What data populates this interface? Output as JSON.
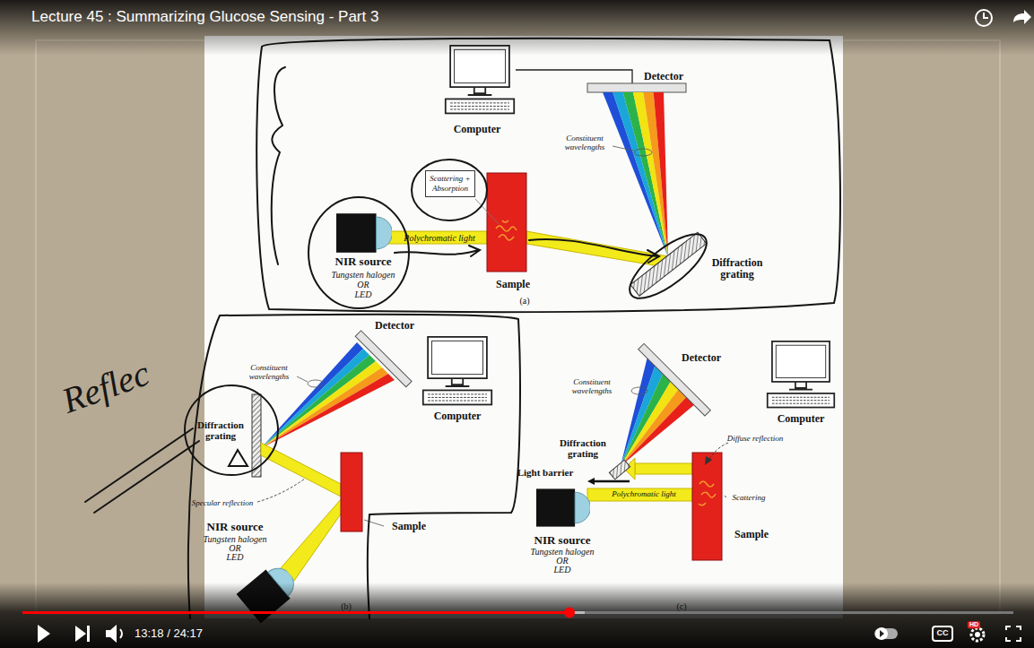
{
  "diagram": {
    "title": "Lecture 45 : Summarizing Glucose Sensing - Part 3",
    "nodes": [
      {
        "text": [
          "Scattering + Absorption"
        ]
      }
    ],
    "labels": [
      "Computer",
      "Detector",
      "Constituent wavelengths",
      "NIR source",
      "Tungsten halogen",
      "OR",
      "LED",
      "Polychromatic light",
      "Diffraction grating",
      "Sample",
      "(a)",
      "Reflec",
      "Detector",
      "Constituent wavelengths",
      "Computer",
      "Diffraction grating",
      "Specular reflection",
      "Sample",
      "NIR source",
      "Tungsten halogen",
      "OR",
      "LED",
      "(b)",
      "Detector",
      "Constituent wavelengths",
      "Computer",
      "Diffuse reflection",
      "Diffraction grating",
      "Light barrier",
      "Scattering",
      "Polychromatic light",
      "NIR source",
      "Tungsten halogen",
      "OR",
      "LED",
      "Sample",
      "(c)",
      "13:18 / 24:17",
      "HD",
      "CC"
    ]
  }
}
